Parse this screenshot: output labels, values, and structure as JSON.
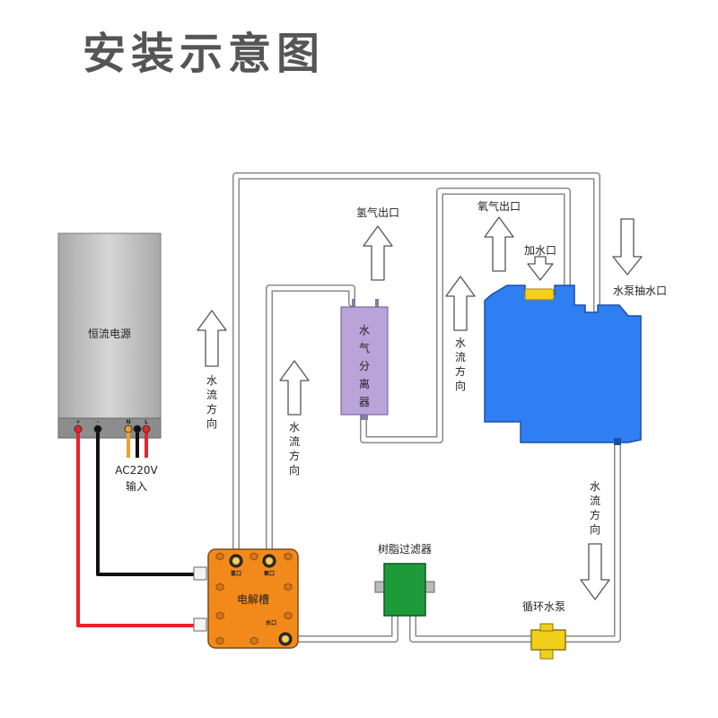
{
  "title": "安装示意图",
  "labels": {
    "power_supply": "恒流电源",
    "ac_input_line1": "AC220V",
    "ac_input_line2": "输入",
    "terminal_plus": "+",
    "terminal_minus": "-",
    "terminal_n": "N",
    "terminal_l": "L",
    "electrolyzer": "电解槽",
    "port_top_left": "氢口",
    "port_top_right": "氧口",
    "port_water": "水口",
    "separator_chars": [
      "水",
      "气",
      "分",
      "离",
      "器"
    ],
    "hydrogen_outlet": "氢气出口",
    "oxygen_outlet": "氧气出口",
    "water_inlet": "加水口",
    "pump_suction": "水泵抽水口",
    "resin_filter": "树脂过滤器",
    "circulation_pump": "循环水泵",
    "flow_direction_chars": [
      "水",
      "流",
      "方",
      "向"
    ]
  },
  "colors": {
    "power_supply_body": "#bdbdbd",
    "separator": "#b9a3d9",
    "tank": "#2f7ff2",
    "electrolyzer": "#f28a1b",
    "filter": "#1e9a3a",
    "pump": "#f2cf1b",
    "wire_red": "#e8232b",
    "wire_black": "#111111",
    "wire_orange": "#f0a030"
  }
}
